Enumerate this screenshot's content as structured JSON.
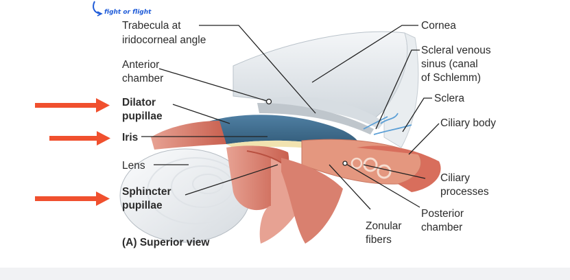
{
  "handwritten_note": "fight or flight",
  "labels": {
    "trabecula_l1": "Trabecula at",
    "trabecula_l2": "iridocorneal angle",
    "anterior_l1": "Anterior",
    "anterior_l2": "chamber",
    "dilator_l1": "Dilator",
    "dilator_l2": "pupillae",
    "iris": "Iris",
    "lens": "Lens",
    "sphincter_l1": "Sphincter",
    "sphincter_l2": "pupillae",
    "cornea": "Cornea",
    "scleral_l1": "Scleral venous",
    "scleral_l2": "sinus (canal",
    "scleral_l3": "of Schlemm)",
    "sclera": "Sclera",
    "ciliary_body": "Ciliary body",
    "ciliary_proc_l1": "Ciliary",
    "ciliary_proc_l2": "processes",
    "posterior_l1": "Posterior",
    "posterior_l2": "chamber",
    "zonular_l1": "Zonular",
    "zonular_l2": "fibers",
    "caption": "(A) Superior view"
  },
  "colors": {
    "arrow": "#f0502e",
    "handwriting": "#1e5bd8",
    "muscle": "#d97a6b",
    "iris_blue": "#3f6d8f",
    "ciliary": "#e8a08a",
    "leader": "#222222"
  }
}
